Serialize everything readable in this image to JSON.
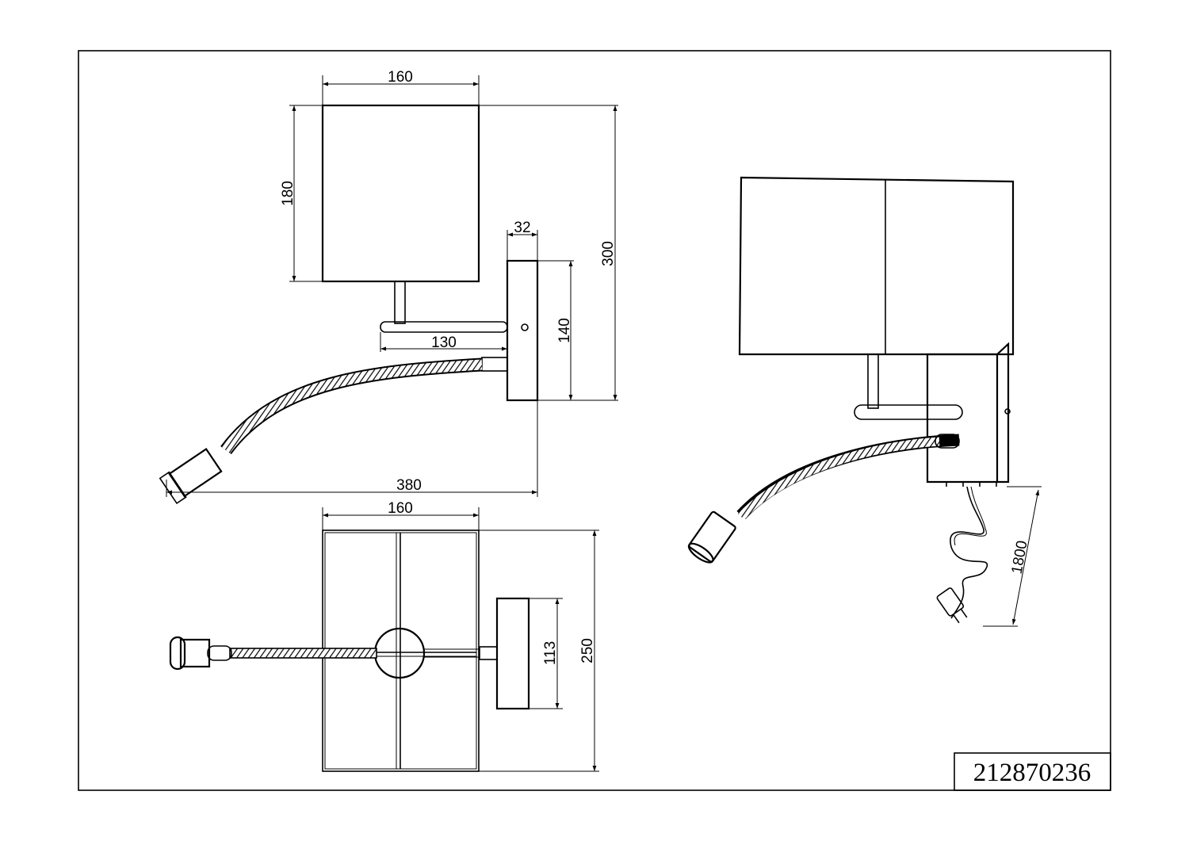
{
  "dimensions": {
    "side_shade_width": "160",
    "side_shade_height": "180",
    "side_total_height": "300",
    "plate_depth": "32",
    "plate_height": "140",
    "arm_length": "130",
    "total_projection": "380",
    "top_shade_width": "160",
    "top_shade_depth": "250",
    "top_plate_width": "113",
    "cable_length": "1800"
  },
  "product_code": "212870236",
  "colors": {
    "line": "#000000",
    "background": "#ffffff"
  }
}
